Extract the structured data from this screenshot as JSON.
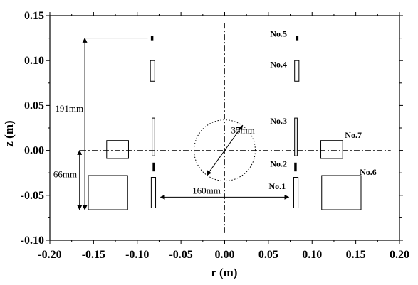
{
  "chart_data": {
    "type": "diagram",
    "xlabel": "r (m)",
    "ylabel": "z (m)",
    "xlim": [
      -0.2,
      0.2
    ],
    "ylim": [
      -0.1,
      0.15
    ],
    "x_ticks": [
      "-0.20",
      "-0.15",
      "-0.10",
      "-0.05",
      "0.00",
      "0.05",
      "0.10",
      "0.15",
      "0.20"
    ],
    "y_ticks": [
      "-0.10",
      "-0.05",
      "0.00",
      "0.05",
      "0.10",
      "0.15"
    ],
    "coils": [
      {
        "label": "No.1",
        "r": [
          0.079,
          0.084
        ],
        "z": [
          -0.064,
          -0.03
        ]
      },
      {
        "label": "No.2",
        "r": [
          0.08,
          0.082
        ],
        "z": [
          -0.023,
          -0.014
        ]
      },
      {
        "label": "No.3",
        "r": [
          0.08,
          0.083
        ],
        "z": [
          -0.006,
          0.036
        ]
      },
      {
        "label": "No.4",
        "r": [
          0.08,
          0.085
        ],
        "z": [
          0.077,
          0.1
        ]
      },
      {
        "label": "No.5",
        "r": [
          0.082,
          0.084
        ],
        "z": [
          0.123,
          0.127
        ]
      },
      {
        "label": "No.6",
        "r": [
          0.111,
          0.156
        ],
        "z": [
          -0.066,
          -0.028
        ]
      },
      {
        "label": "No.7",
        "r": [
          0.11,
          0.135
        ],
        "z": [
          -0.009,
          0.011
        ]
      }
    ],
    "mirror_coils": [
      {
        "r": [
          -0.084,
          -0.079
        ],
        "z": [
          -0.064,
          -0.03
        ]
      },
      {
        "r": [
          -0.082,
          -0.08
        ],
        "z": [
          -0.023,
          -0.014
        ]
      },
      {
        "r": [
          -0.083,
          -0.08
        ],
        "z": [
          -0.006,
          0.036
        ]
      },
      {
        "r": [
          -0.085,
          -0.08
        ],
        "z": [
          0.077,
          0.1
        ]
      },
      {
        "r": [
          -0.084,
          -0.082
        ],
        "z": [
          0.123,
          0.127
        ]
      },
      {
        "r": [
          -0.156,
          -0.111
        ],
        "z": [
          -0.066,
          -0.028
        ]
      },
      {
        "r": [
          -0.135,
          -0.11
        ],
        "z": [
          -0.009,
          0.011
        ]
      }
    ],
    "circle": {
      "center": [
        0.0,
        0.0
      ],
      "diameter": 0.035,
      "label": "35mm"
    },
    "dimensions": [
      {
        "label": "191mm",
        "r": -0.15,
        "z": [
          -0.066,
          0.125
        ]
      },
      {
        "label": "66mm",
        "r": -0.157,
        "z": [
          -0.066,
          0.0
        ]
      },
      {
        "label": "160mm",
        "z": -0.052,
        "r": [
          -0.075,
          0.075
        ]
      }
    ],
    "center_lines": true,
    "grid": false
  }
}
